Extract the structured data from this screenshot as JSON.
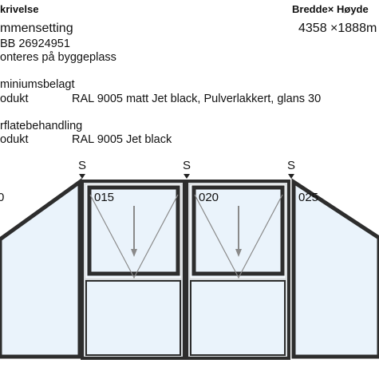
{
  "header": {
    "left": "krivelse",
    "right": "Bredde× Høyde"
  },
  "product": {
    "name": "mmensetting",
    "dimensions": "4358 ×1888m",
    "code": "BB 26924951",
    "note": "onteres på byggeplass"
  },
  "sections": [
    {
      "title": "miniumsbelagt",
      "key": "odukt",
      "value": "RAL 9005 matt Jet black, Pulverlakkert, glans 30"
    },
    {
      "title": "rflatebehandling",
      "key": "odukt",
      "value": "RAL 9005 Jet black"
    }
  ],
  "drawing": {
    "marker": "S",
    "positions": [
      "0",
      "015",
      "020",
      "025"
    ]
  },
  "colors": {
    "frame": "#2d2d2d",
    "glass": "#eaf3fb",
    "arrow": "#888888"
  }
}
